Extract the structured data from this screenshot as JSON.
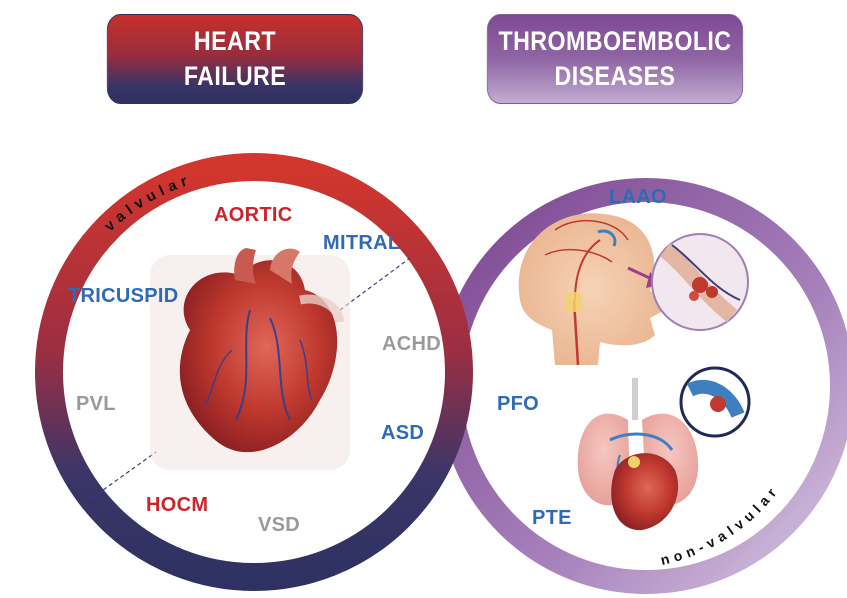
{
  "headers": {
    "heart_failure": [
      "HEART",
      "FAILURE"
    ],
    "thromboembolic": [
      "THROMBOEMBOLIC",
      "DISEASES"
    ]
  },
  "arc_labels": {
    "valvular": "valvular",
    "non_valvular": "non-valvular"
  },
  "left_labels": {
    "aortic": "AORTIC",
    "mitral": "MITRAL",
    "tricuspid": "TRICUSPID",
    "achd": "ACHD",
    "pvl": "PVL",
    "asd": "ASD",
    "hocm": "HOCM",
    "vsd": "VSD"
  },
  "right_labels": {
    "laao": "LAAO",
    "pfo": "PFO",
    "pte": "PTE"
  },
  "colors": {
    "red_label": "#c9252b",
    "blue_label": "#2f6bb5",
    "gray_label": "#9a9a9a",
    "heart_failure_ring_top": "#d2362c",
    "heart_failure_ring_bottom": "#2e3262",
    "thromboembolic_ring": "#8a5aa0"
  }
}
